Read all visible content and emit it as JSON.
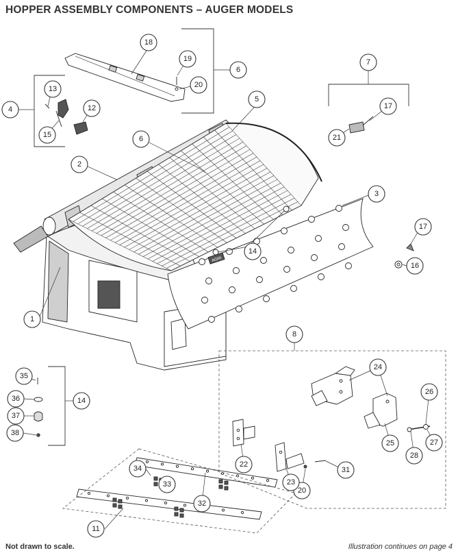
{
  "header": {
    "title": "HOPPER ASSEMBLY COMPONENTS – AUGER MODELS"
  },
  "footer": {
    "note_left": "Not drawn to scale.",
    "note_right": "Illustration continues on page 4"
  },
  "label_plate": "AGRI",
  "callouts": [
    "1",
    "2",
    "3",
    "4",
    "5",
    "6",
    "6",
    "7",
    "8",
    "11",
    "12",
    "13",
    "14",
    "14",
    "15",
    "16",
    "17",
    "17",
    "18",
    "19",
    "20",
    "20",
    "21",
    "22",
    "23",
    "24",
    "25",
    "26",
    "27",
    "28",
    "31",
    "32",
    "33",
    "34",
    "35",
    "36",
    "37",
    "38"
  ]
}
